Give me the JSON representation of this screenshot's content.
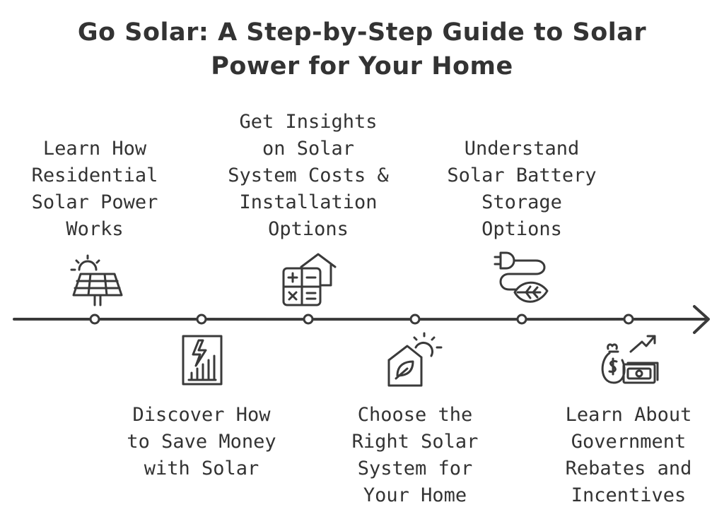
{
  "title": "Go Solar: A Step-by-Step Guide to Solar Power for Your Home",
  "steps": [
    {
      "label": "Learn How Residential Solar Power Works",
      "icon": "solar-panel-icon"
    },
    {
      "label": "Discover How to Save Money with Solar",
      "icon": "energy-savings-chart-icon"
    },
    {
      "label": "Get Insights on Solar System Costs & Installation Options",
      "icon": "calculator-house-icon"
    },
    {
      "label": "Choose the Right Solar System for Your Home",
      "icon": "eco-home-sun-icon"
    },
    {
      "label": "Understand Solar Battery Storage Options",
      "icon": "plug-leaf-icon"
    },
    {
      "label": "Learn About Government Rebates and Incentives",
      "icon": "money-bag-cash-icon"
    }
  ],
  "colors": {
    "stroke": "#3a3a3a",
    "text": "#333333",
    "background": "#ffffff"
  }
}
